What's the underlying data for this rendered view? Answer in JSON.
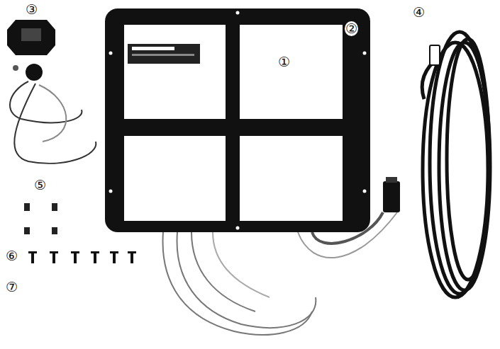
{
  "diagram": {
    "labels": [
      "③",
      "②",
      "④",
      "①",
      "⑤",
      "⑥",
      "⑦"
    ]
  }
}
